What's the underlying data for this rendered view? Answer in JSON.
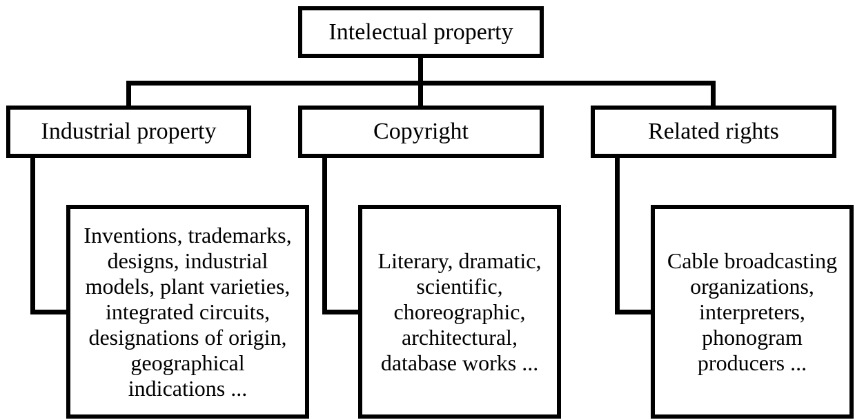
{
  "diagram": {
    "root": {
      "label": "Intelectual property"
    },
    "categories": [
      {
        "label": "Industrial property",
        "description_lines": [
          "Inventions, trademarks,",
          "designs, industrial",
          "models, plant varieties,",
          "integrated circuits,",
          "designations of origin,",
          "geographical",
          "indications ..."
        ]
      },
      {
        "label": "Copyright",
        "description_lines": [
          "Literary, dramatic,",
          "scientific,",
          "choreographic,",
          "architectural,",
          "database works ..."
        ]
      },
      {
        "label": "Related rights",
        "description_lines": [
          "Cable broadcasting",
          "organizations,",
          "interpreters,",
          "phonogram",
          "producers ..."
        ]
      }
    ]
  }
}
